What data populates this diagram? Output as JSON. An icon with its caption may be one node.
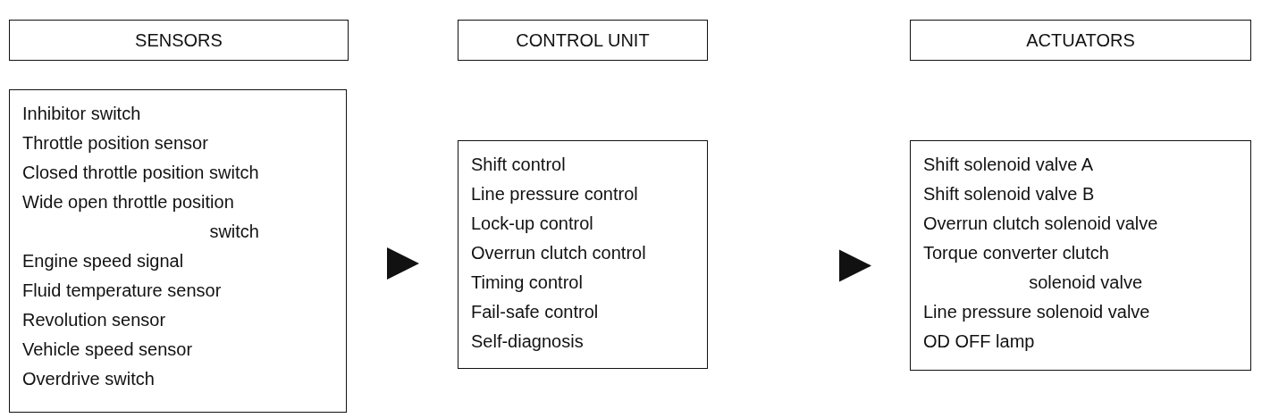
{
  "diagram": {
    "nodes": [
      {
        "text": [
          "SENSORS"
        ]
      },
      {
        "text": [
          "CONTROL UNIT"
        ]
      },
      {
        "text": [
          "ACTUATORS"
        ]
      },
      {
        "text": [
          "Inhibitor switch",
          "Throttle position sensor",
          "Closed throttle position switch",
          "Wide open throttle position switch",
          "Engine speed signal",
          "Fluid temperature sensor",
          "Revolution sensor",
          "Vehicle speed sensor",
          "Overdrive switch"
        ]
      },
      {
        "text": [
          "Shift control",
          "Line pressure control",
          "Lock-up control",
          "Overrun clutch control",
          "Timing control",
          "Fail-safe control",
          "Self-diagnosis"
        ]
      },
      {
        "text": [
          "Shift solenoid valve A",
          "Shift solenoid valve B",
          "Overrun clutch solenoid valve",
          "Torque converter clutch solenoid valve",
          "Line pressure solenoid valve",
          "OD OFF lamp"
        ]
      }
    ],
    "edges": [
      {
        "from": 3,
        "to": 4,
        "arrow": "to"
      },
      {
        "from": 4,
        "to": 5,
        "arrow": "to"
      }
    ]
  }
}
